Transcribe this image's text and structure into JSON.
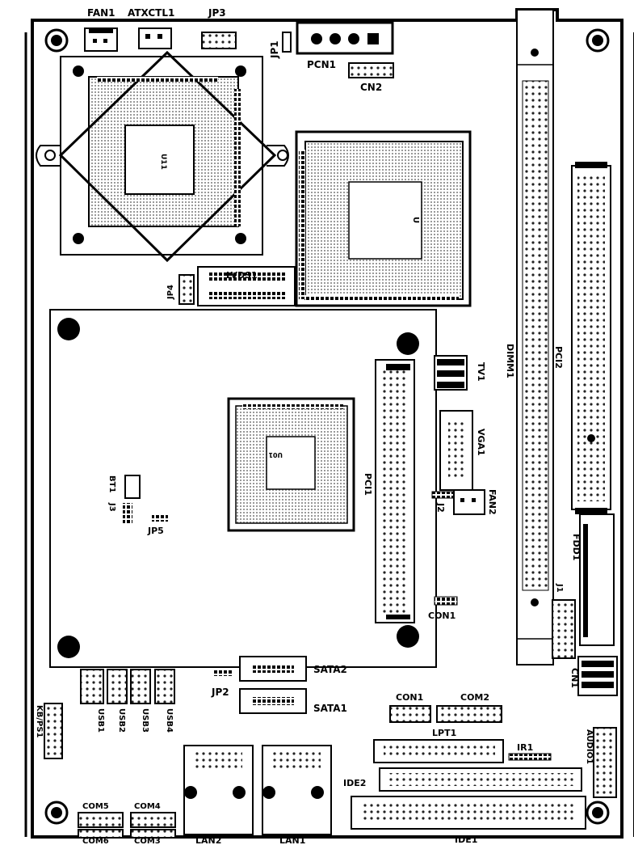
{
  "labels": {
    "fan1": "FAN1",
    "atxctl1": "ATXCTL1",
    "jp3": "JP3",
    "jp1": "JP1",
    "pcn1": "PCN1",
    "cn2": "CN2",
    "u11": "U11",
    "cpu_u": "U",
    "lvds1": "LVDS1",
    "jp4": "JP4",
    "dimm1": "DIMM1",
    "pci2": "PCI2",
    "tv1": "TV1",
    "vga1": "VGA1",
    "fan2": "FAN2",
    "j2": "J2",
    "pci1": "PCI1",
    "u01": "U01",
    "bt1": "BT1",
    "j3": "J3",
    "jp5": "JP5",
    "fdd1": "FDD1",
    "j1": "J1",
    "con1_mid": "CON1",
    "cn1": "CN1",
    "sata2": "SATA2",
    "sata1": "SATA1",
    "jp2": "JP2",
    "usb1": "USB1",
    "usb2": "USB2",
    "usb3": "USB3",
    "usb4": "USB4",
    "kbps1": "KB/PS1",
    "con1_bottom": "CON1",
    "com2": "COM2",
    "lpt1": "LPT1",
    "ir1": "IR1",
    "audio1": "AUDIO1",
    "ide2": "IDE2",
    "ide1": "IDE1",
    "com5": "COM5",
    "com4": "COM4",
    "com6": "COM6",
    "com3": "COM3",
    "lan2": "LAN2",
    "lan1": "LAN1"
  }
}
